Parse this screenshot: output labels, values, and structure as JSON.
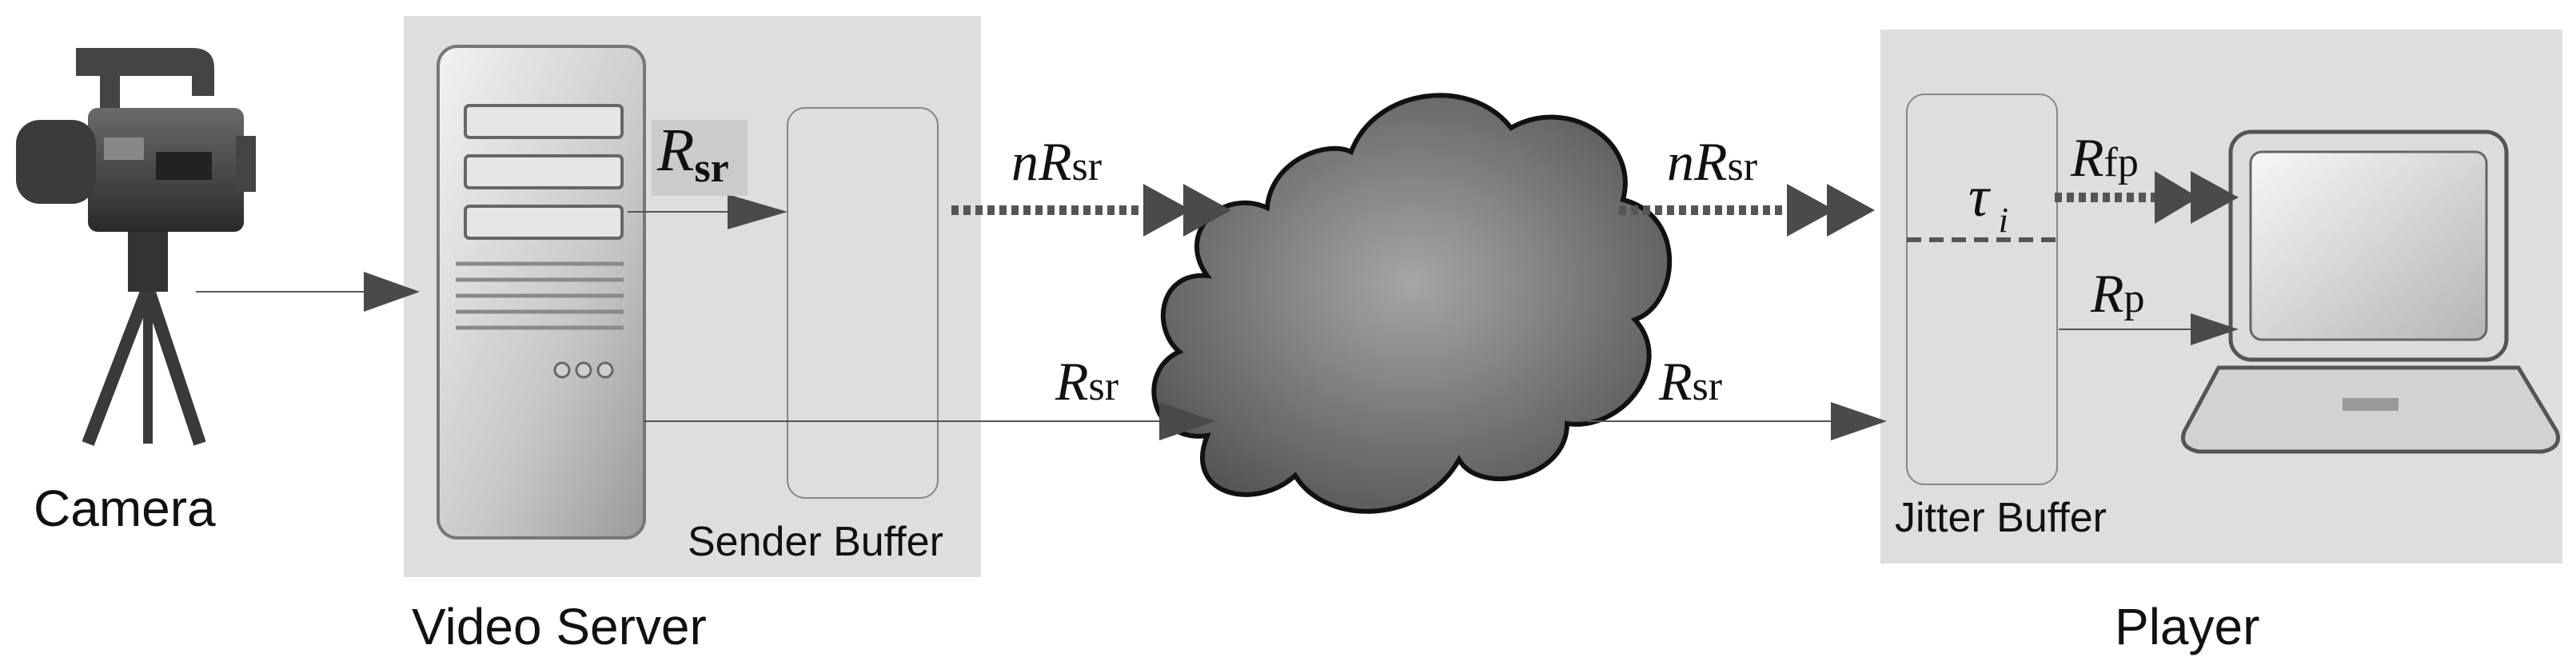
{
  "labels": {
    "camera": "Camera",
    "video_server": "Video Server",
    "sender_buffer": "Sender Buffer",
    "jitter_buffer": "Jitter Buffer",
    "player": "Player"
  },
  "math": {
    "server_rate_main": "R",
    "server_rate_sub": "sr",
    "n_rate_left_n": "n",
    "n_rate_left_r": "R",
    "n_rate_left_sub": "sr",
    "rate_left_main": "R",
    "rate_left_sub": "sr",
    "n_rate_right_n": "n",
    "n_rate_right_r": "R",
    "n_rate_right_sub": "sr",
    "rate_right_main": "R",
    "rate_right_sub": "sr",
    "tau_main": "τ",
    "tau_sub": "i",
    "fp_main": "R",
    "fp_sub": "fp",
    "p_main": "R",
    "p_sub": "p"
  },
  "icons": {
    "camera": "video-camera-on-tripod-icon",
    "server": "server-tower-icon",
    "network": "cloud-icon",
    "player": "laptop-icon"
  },
  "colors": {
    "panel": "#dedede",
    "line": "#555555",
    "arrowhead": "#4a4a4a",
    "dotted": "#555555"
  }
}
